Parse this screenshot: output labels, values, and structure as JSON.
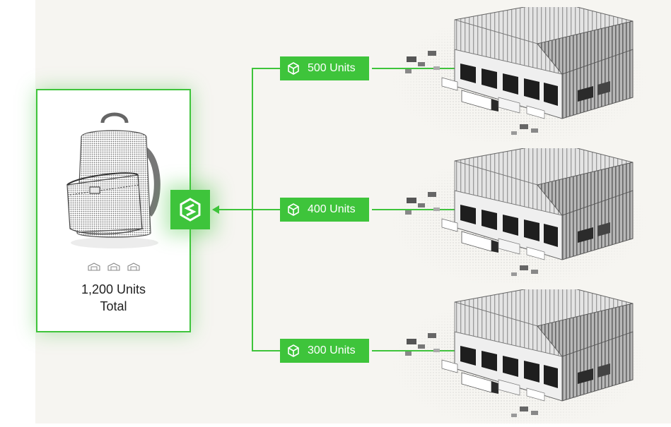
{
  "product": {
    "total_line1": "1,200 Units",
    "total_line2": "Total"
  },
  "sources": [
    {
      "units_label": "500 Units",
      "units": 500
    },
    {
      "units_label": "400 Units",
      "units": 400
    },
    {
      "units_label": "300 Units",
      "units": 300
    }
  ],
  "icons": {
    "product": "backpack-icon",
    "hub": "logo-icon",
    "unit": "cube-icon",
    "location": "warehouse-icon"
  },
  "colors": {
    "accent": "#3ec43b",
    "background": "#f6f5f1",
    "card": "#ffffff"
  }
}
